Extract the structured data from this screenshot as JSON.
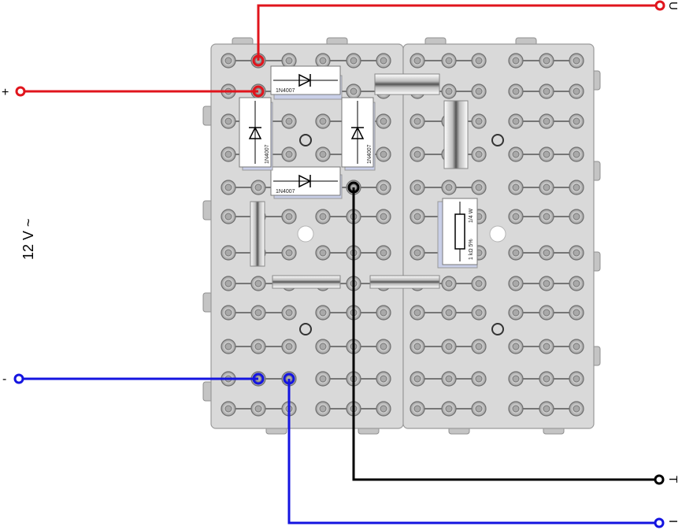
{
  "labels": {
    "plus": "+",
    "minus": "-",
    "supply": "12 V ~",
    "out_u": "U",
    "out_t": "T",
    "out_i": "I"
  },
  "components": {
    "diode_type": "1N4007",
    "resistor_value": "1 kΩ 5%",
    "resistor_power": "1/4 W"
  },
  "colors": {
    "red_wire": "#e0141c",
    "blue_wire": "#1414e0",
    "black_wire": "#000000",
    "board": "#d7d7d7",
    "socket_ring": "#8a8a8a"
  }
}
